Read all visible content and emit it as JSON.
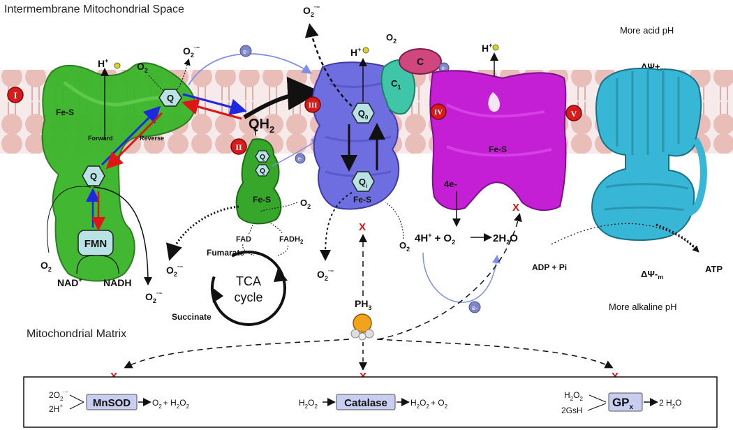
{
  "regions": {
    "top": "Intermembrane Mitochondrial Space",
    "bottom": "Mitochondrial Matrix",
    "acid": "More acid pH",
    "alkaline": "More alkaline pH",
    "psi_plus": "ΔΨ+",
    "psi_minus": "ΔΨ-",
    "psi_sub": "m"
  },
  "complexes": {
    "c1": {
      "numeral": "I",
      "fes": "Fe-S",
      "fmn": "FMN",
      "q": "Q",
      "q_top": "Q",
      "forward": "Forward",
      "reverse": "Reverse",
      "nad": "NAD",
      "nad_sup": "+",
      "nadh": "NADH"
    },
    "c2": {
      "numeral": "II",
      "q": "Q",
      "fes": "Fe-S",
      "fad": "FAD",
      "fadh": "FADH",
      "fadh_sub": "2"
    },
    "qh2": {
      "main": "QH",
      "sub": "2"
    },
    "c3": {
      "numeral": "III",
      "q0": "Q",
      "q0_sub": "0",
      "qi": "Q",
      "qi_sub": "i",
      "fes": "Fe-S",
      "c1": "C",
      "c1_sub": "1",
      "c": "C"
    },
    "c4": {
      "numeral": "IV",
      "fes": "Fe-S",
      "e4": "4e-"
    },
    "c5": {
      "numeral": "V",
      "adp": "ADP + Pi",
      "atp": "ATP"
    }
  },
  "species": {
    "h": "H",
    "h_sup": "+",
    "o2": "O",
    "o2_sub": "2",
    "superoxide": "O",
    "superoxide_sub": "2",
    "superoxide_sup": "·−",
    "electron": "e-",
    "water_eq": {
      "lhs": "4H",
      "lhs_sup": "+",
      "plus": "+ O",
      "o_sub": "2",
      "rhs": "2H",
      "rhs_sub": "2",
      "rhs_end": "O"
    },
    "ph3": "PH",
    "ph3_sub": "3",
    "block": "X"
  },
  "tca": {
    "line1": "TCA",
    "line2": "cycle",
    "fumarate": "Fumarate",
    "succinate": "Succinate"
  },
  "enzymes": {
    "mnsod": {
      "label": "MnSOD",
      "in1": "2O",
      "in1_sub": "2",
      "in1_sup": "·−",
      "in2": "2H",
      "in2_sup": "+",
      "out": "O",
      "out2": "+ H",
      "out3": "O"
    },
    "catalase": {
      "label": "Catalase",
      "in": "H",
      "in2": "O",
      "out": "H",
      "out2": "O",
      "out3": "+ O"
    },
    "gpx": {
      "label": "GP",
      "label_sub": "x",
      "in1": "H",
      "in1b": "O",
      "in2": "2GsH",
      "out": "2 H",
      "out2": "O"
    }
  },
  "colors": {
    "complex1": "#3bb52a",
    "complex2": "#37a72c",
    "complex3": "#6f6ee0",
    "complex4": "#c51fd6",
    "complex5": "#38b6d6",
    "cyt_c1": "#3fc6a8",
    "cyt_c": "#d0467f",
    "numeral_badge": "#d81b1b",
    "enzyme_box": "#c9cef0",
    "block_x": "#e01010"
  }
}
